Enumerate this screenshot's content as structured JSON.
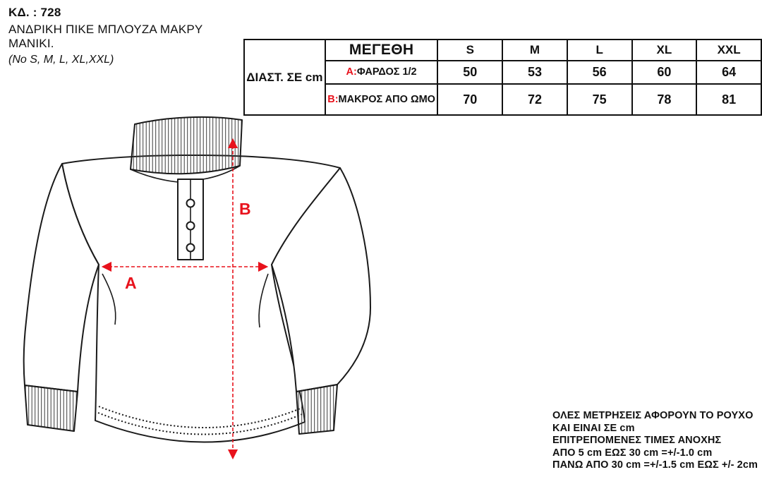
{
  "header": {
    "code": "ΚΔ. : 728",
    "title": "ΑΝΔΡΙΚΗ ΠΙΚΕ ΜΠΛΟΥΖΑ ΜΑΚΡΥ ΜΑΝΙΚΙ.",
    "sizes_note": "(No S, M, L, XL,XXL)"
  },
  "size_table": {
    "dim_label": "ΔΙΑΣΤ. ΣΕ cm",
    "header": "ΜΕΓΕΘΗ",
    "sizes": [
      "S",
      "M",
      "L",
      "XL",
      "XXL"
    ],
    "rows": [
      {
        "letter": "A:",
        "label": "ΦΑΡΔΟΣ 1/2",
        "values": [
          50,
          53,
          56,
          60,
          64
        ]
      },
      {
        "letter": "B:",
        "label": "ΜΑΚΡΟΣ ΑΠΟ ΩΜΟ",
        "values": [
          70,
          72,
          75,
          78,
          81
        ]
      }
    ]
  },
  "diagram": {
    "width_label": "A",
    "length_label": "B"
  },
  "notes": {
    "lines": [
      "ΟΛΕΣ ΜΕΤΡΗΣΕΙΣ ΑΦΟΡΟΥΝ ΤΟ ΡΟΥΧΟ",
      "ΚΑΙ ΕΙΝΑΙ ΣΕ cm",
      "ΕΠΙΤΡΕΠΟΜΕΝΕΣ ΤΙΜΕΣ ΑΝΟΧΗΣ",
      "ΑΠΟ 5 cm  ΕΩΣ 30 cm =+/-1.0 cm",
      "ΠΑΝΩ ΑΠΟ 30 cm =+/-1.5 cm ΕΩΣ +/- 2cm"
    ]
  },
  "colors": {
    "accent_red": "#e8121c",
    "line_black": "#1a1a1a"
  }
}
